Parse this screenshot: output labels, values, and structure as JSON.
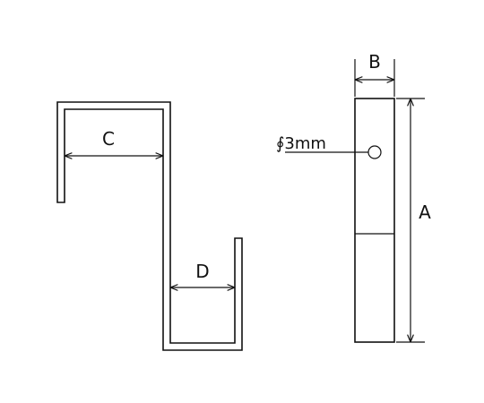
{
  "labels": {
    "a": "A",
    "b": "B",
    "c": "C",
    "d": "D",
    "hole": "∮3mm"
  },
  "colors": {
    "stroke": "#111111",
    "background": "#ffffff"
  }
}
